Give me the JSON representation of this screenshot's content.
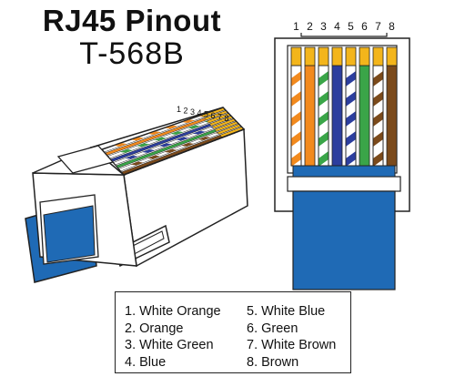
{
  "title": "RJ45 Pinout",
  "subtitle": "T-568B",
  "colors": {
    "orange": "#f28a1e",
    "green": "#3aa548",
    "blue": "#2c3e9e",
    "brown": "#7b4a1b",
    "white": "#ffffff",
    "cable": "#1f6ab5",
    "gold": "#f3b51b",
    "outline": "#222222"
  },
  "pin_numbers": [
    "1",
    "2",
    "3",
    "4",
    "5",
    "6",
    "7",
    "8"
  ],
  "wires": [
    {
      "pin": "1",
      "name": "White Orange",
      "base": "orange",
      "striped": true
    },
    {
      "pin": "2",
      "name": "Orange",
      "base": "orange",
      "striped": false
    },
    {
      "pin": "3",
      "name": "White Green",
      "base": "green",
      "striped": true
    },
    {
      "pin": "4",
      "name": "Blue",
      "base": "blue",
      "striped": false
    },
    {
      "pin": "5",
      "name": "White Blue",
      "base": "blue",
      "striped": true
    },
    {
      "pin": "6",
      "name": "Green",
      "base": "green",
      "striped": false
    },
    {
      "pin": "7",
      "name": "White Brown",
      "base": "brown",
      "striped": true
    },
    {
      "pin": "8",
      "name": "Brown",
      "base": "brown",
      "striped": false
    }
  ],
  "legend": {
    "left": [
      "1. White Orange",
      "2. Orange",
      "3. White Green",
      "4. Blue"
    ],
    "right": [
      "5. White Blue",
      "6. Green",
      "7. White Brown",
      "8. Brown"
    ]
  }
}
